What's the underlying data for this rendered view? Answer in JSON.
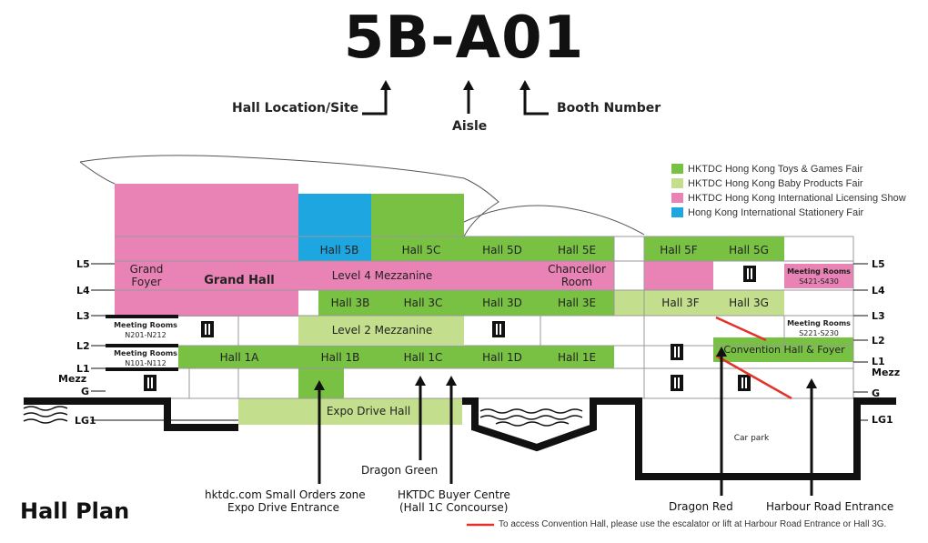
{
  "booth_code": "5B-A01",
  "booth_labels": {
    "hall": "Hall Location/Site",
    "aisle": "Aisle",
    "booth": "Booth Number"
  },
  "legend": [
    {
      "label": "HKTDC Hong Kong Toys & Games Fair",
      "color": "#79c143"
    },
    {
      "label": "HKTDC Hong Kong Baby Products Fair",
      "color": "#c3de8c"
    },
    {
      "label": "HKTDC Hong Kong International Licensing Show",
      "color": "#e983b6"
    },
    {
      "label": "Hong Kong International Stationery Fair",
      "color": "#1ea6e0"
    }
  ],
  "levels": {
    "left": [
      "L5",
      "L4",
      "L3",
      "L2",
      "L1",
      "Mezz",
      "G",
      "LG1"
    ],
    "right": [
      "L5",
      "L4",
      "L3",
      "L2",
      "L1",
      "Mezz",
      "G",
      "LG1"
    ]
  },
  "halls": {
    "grand_foyer": "Grand Foyer",
    "grand_hall": "Grand Hall",
    "hall_5b": "Hall 5B",
    "hall_5c": "Hall 5C",
    "hall_5d": "Hall 5D",
    "hall_5e": "Hall 5E",
    "hall_5f": "Hall 5F",
    "hall_5g": "Hall 5G",
    "level4_mezz": "Level 4 Mezzanine",
    "chancellor_room": "Chancellor Room",
    "meeting_s421": "Meeting Rooms",
    "meeting_s421_range": "S421-S430",
    "hall_3b": "Hall 3B",
    "hall_3c": "Hall 3C",
    "hall_3d": "Hall 3D",
    "hall_3e": "Hall 3E",
    "hall_3f": "Hall 3F",
    "hall_3g": "Hall 3G",
    "meeting_n201": "Meeting Rooms",
    "meeting_n201_range": "N201-N212",
    "level2_mezz": "Level 2 Mezzanine",
    "meeting_s221": "Meeting Rooms",
    "meeting_s221_range": "S221-S230",
    "meeting_n101": "Meeting Rooms",
    "meeting_n101_range": "N101-N112",
    "hall_1a": "Hall 1A",
    "hall_1b": "Hall 1B",
    "hall_1c": "Hall 1C",
    "hall_1d": "Hall 1D",
    "hall_1e": "Hall 1E",
    "convention_hall": "Convention Hall & Foyer",
    "expo_drive_hall": "Expo Drive Hall",
    "car_park": "Car park"
  },
  "entrances": {
    "small_orders_zone": "hktdc.com Small Orders zone",
    "expo_drive_entrance": "Expo Drive Entrance",
    "dragon_green": "Dragon Green",
    "buyer_centre": "HKTDC Buyer Centre",
    "buyer_centre_sub": "(Hall 1C Concourse)",
    "dragon_red": "Dragon Red",
    "harbour_road": "Harbour Road Entrance"
  },
  "title": "Hall Plan",
  "note": "To access Convention Hall, please use the escalator or lift at Harbour Road Entrance or Hall 3G.",
  "colors": {
    "toys": "#79c143",
    "baby": "#c3de8c",
    "licensing": "#e983b6",
    "stationery": "#1ea6e0",
    "route": "#e4312b"
  }
}
